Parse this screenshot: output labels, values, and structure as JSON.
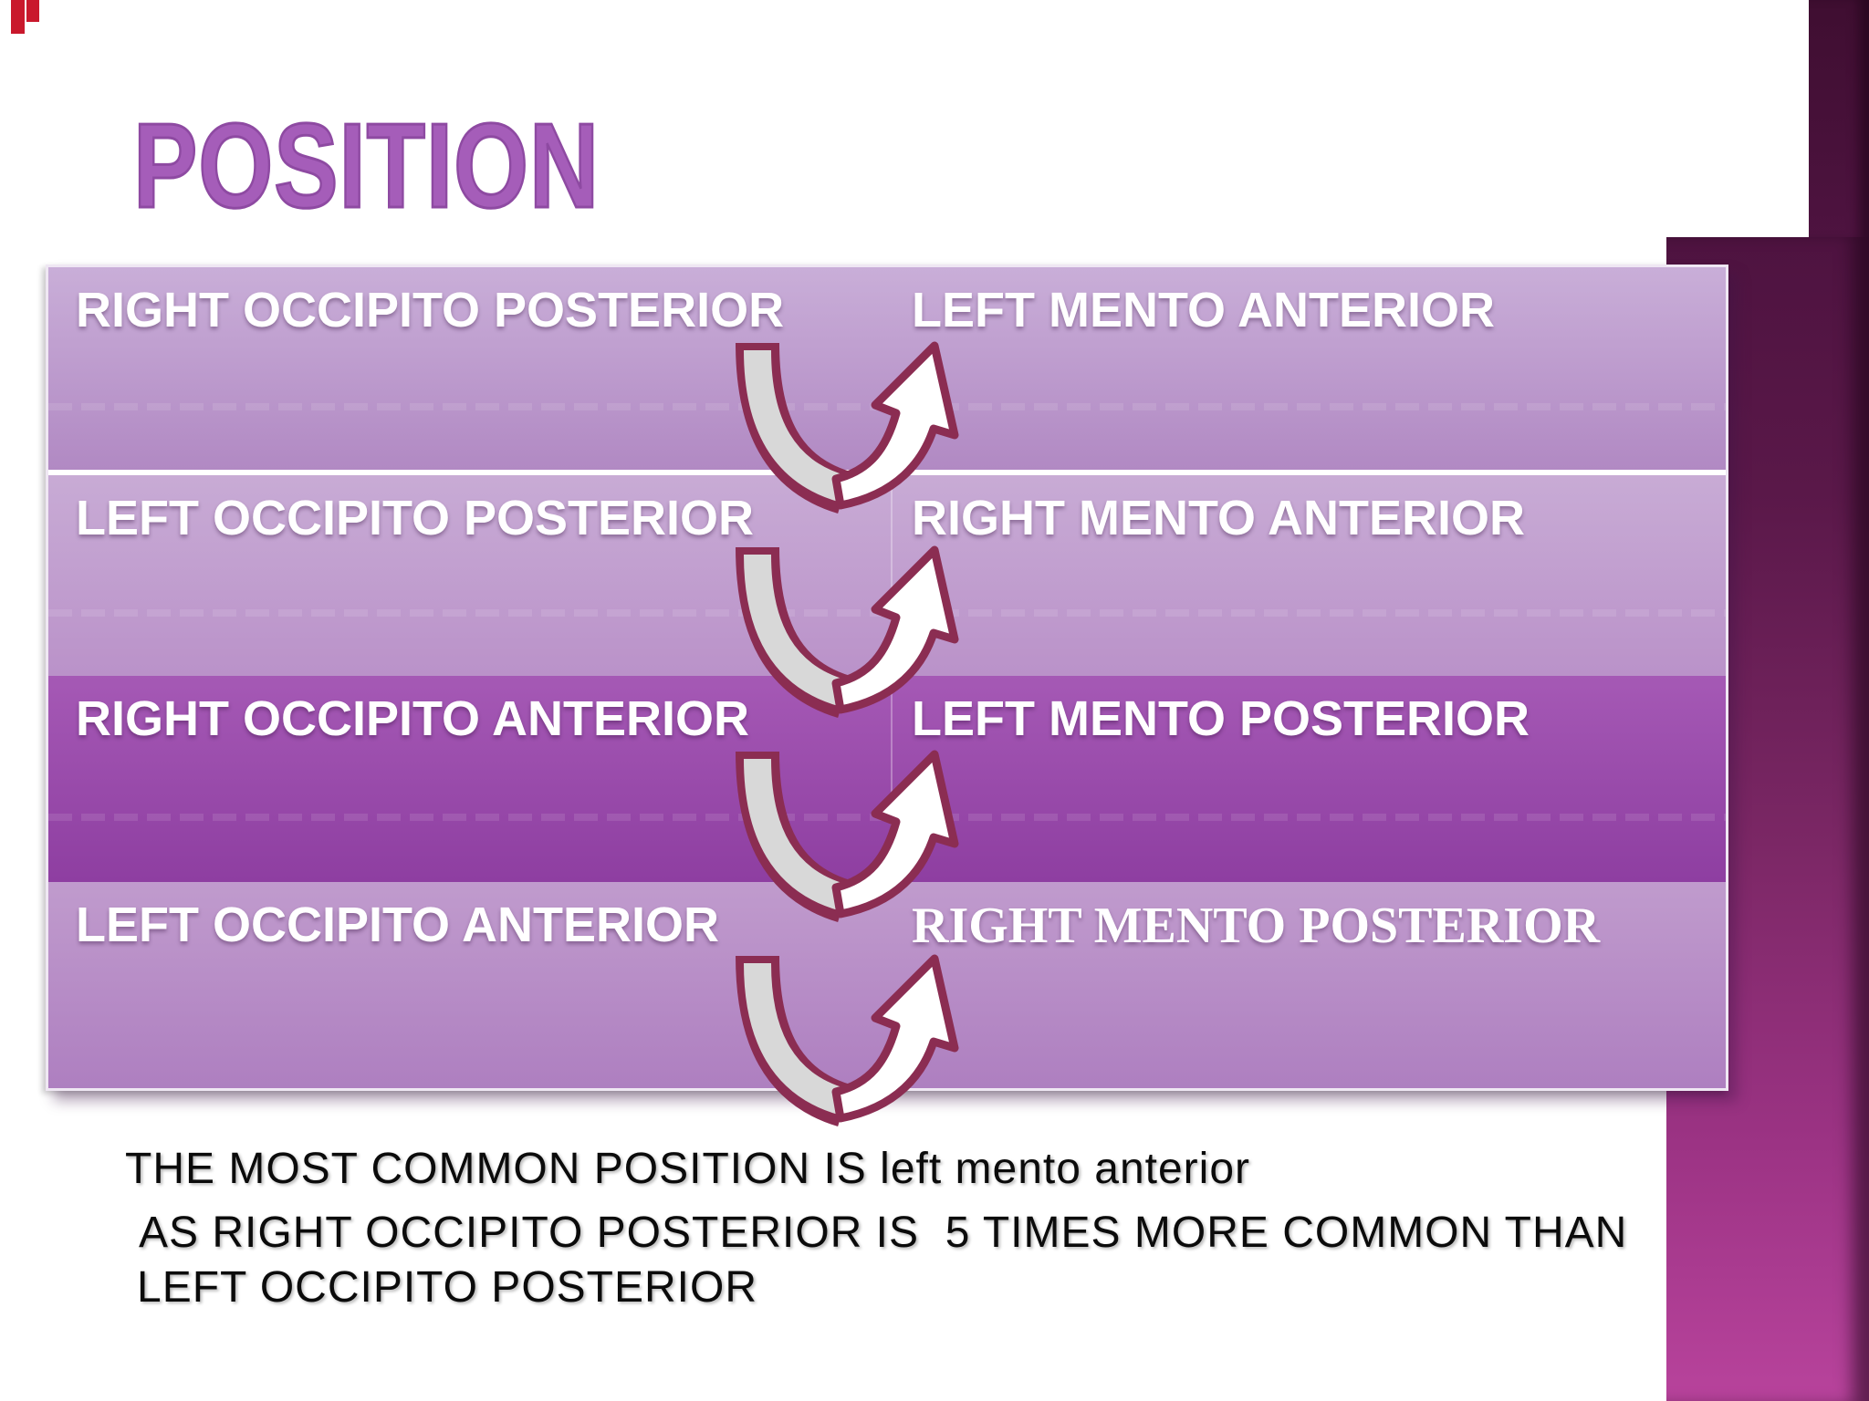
{
  "slide_title": "POSITION",
  "table": {
    "rows": [
      {
        "left": "RIGHT OCCIPITO POSTERIOR",
        "right": "LEFT MENTO ANTERIOR"
      },
      {
        "left": "LEFT OCCIPITO POSTERIOR",
        "right": "RIGHT MENTO ANTERIOR"
      },
      {
        "left": "RIGHT OCCIPITO ANTERIOR",
        "right": "LEFT MENTO POSTERIOR"
      },
      {
        "left": "LEFT OCCIPITO ANTERIOR",
        "right": "RIGHT MENTO POSTERIOR"
      }
    ]
  },
  "notes": [
    "THE MOST COMMON POSITION IS left mento anterior",
    "AS RIGHT OCCIPITO POSTERIOR IS  5 TIMES MORE COMMON THAN",
    "LEFT OCCIPITO POSTERIOR"
  ],
  "icons": [
    {
      "name": "u-turn-arrow-icon",
      "meaning": "rotation of occipito position to corresponding mento position"
    }
  ],
  "colors": {
    "title_purple": "#a55db9",
    "title_stroke": "#8e4aa2",
    "row1_top": "#c9aed8",
    "row1_bottom": "#b189c3",
    "row2_top": "#c8abd5",
    "row2_bottom": "#ba92c9",
    "row3_top": "#a559b5",
    "row3_bottom": "#8e3ea1",
    "row4_top": "#c09bcd",
    "row4_bottom": "#ae7fc0",
    "row_text": "#ffffff",
    "arrow_outline": "#8b2d52",
    "arrow_gray": "#d8d8d8",
    "arrow_white": "#ffffff",
    "sidebar_dark": "#4e1340",
    "sidebar_bright": "#b8439c",
    "red_mark": "#c9182c",
    "note_text": "#0b0b0b"
  }
}
